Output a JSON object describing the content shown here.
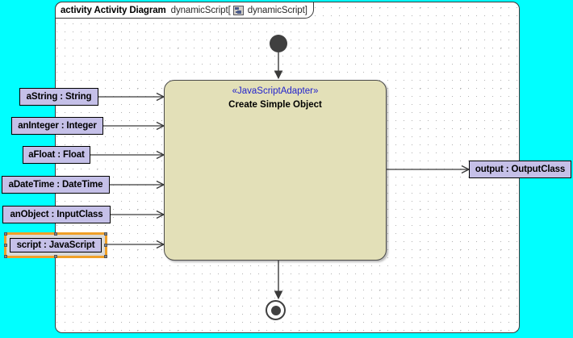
{
  "frame": {
    "kind": "activity Activity Diagram",
    "name": "dynamicScript",
    "bracket_open": "[",
    "icon": "activity-diagram-icon",
    "param": "dynamicScript",
    "bracket_close": "]"
  },
  "activity": {
    "stereotype": "«JavaScriptAdapter»",
    "title": "Create Simple Object"
  },
  "nodes": {
    "initial": "initial-node",
    "final": "activity-final-node"
  },
  "input_pins": [
    {
      "label": "aString : String"
    },
    {
      "label": "anInteger : Integer"
    },
    {
      "label": "aFloat : Float"
    },
    {
      "label": "aDateTime : DateTime"
    },
    {
      "label": "anObject : InputClass"
    },
    {
      "label": "script : JavaScript",
      "selected": true
    }
  ],
  "output_pins": [
    {
      "label": "output : OutputClass"
    }
  ],
  "colors": {
    "canvas_background": "#00ffff",
    "diagram_background": "#ffffff",
    "activity_fill": "#e3e0b8",
    "activity_border": "#4a4a4a",
    "pin_fill": "#c5c0e8",
    "pin_border": "#000000",
    "stereotype_text": "#2222cc",
    "selection_border": "#f0a028",
    "node_fill": "#404040",
    "grid_dot": "#b4b4b4"
  }
}
